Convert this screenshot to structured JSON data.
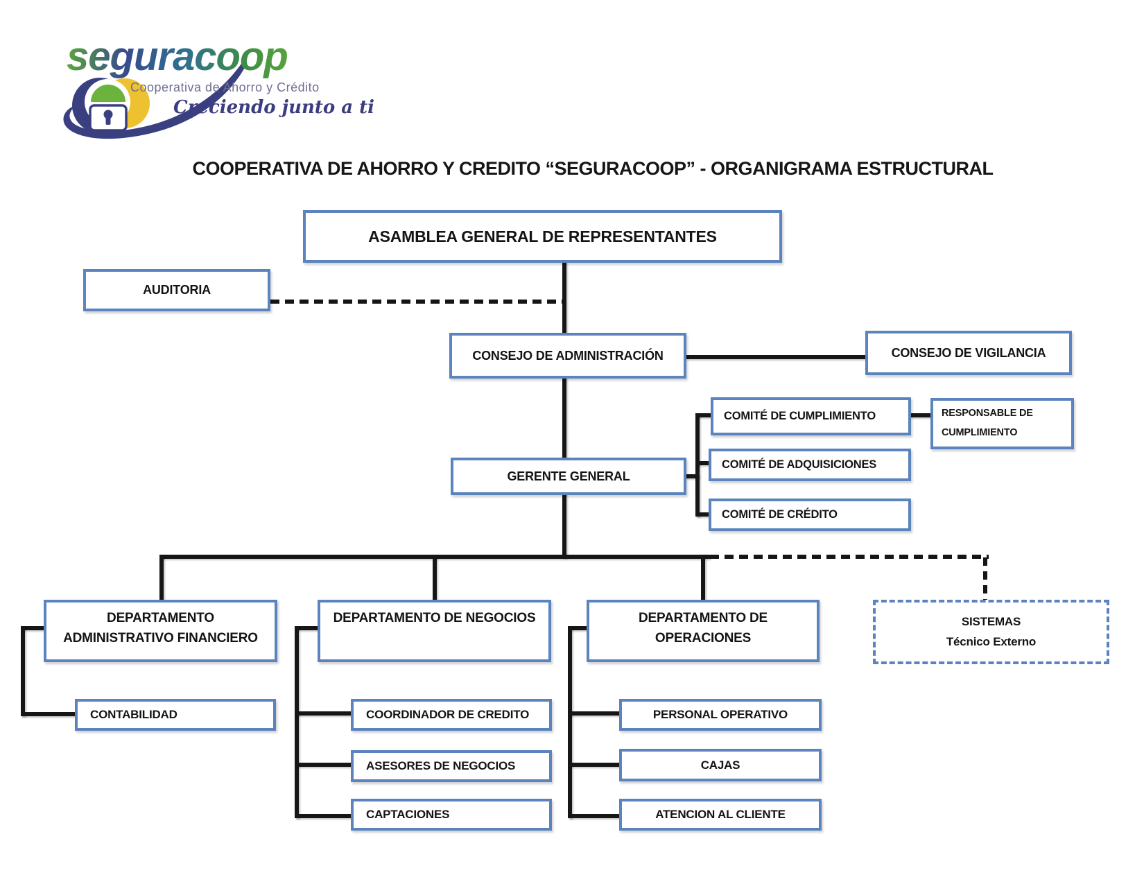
{
  "logo": {
    "wordmark": "seguracoop",
    "subtitle": "Cooperativa de Ahorro y Crédito",
    "tagline": "Creciendo junto a ti"
  },
  "title": "COOPERATIVA DE AHORRO Y CREDITO “SEGURACOOP” - ORGANIGRAMA ESTRUCTURAL",
  "nodes": {
    "asamblea": {
      "label": "ASAMBLEA GENERAL DE REPRESENTANTES"
    },
    "auditoria": {
      "label": "AUDITORIA"
    },
    "consejo_admin": {
      "label": "CONSEJO DE ADMINISTRACIÓN"
    },
    "consejo_vigilancia": {
      "label": "CONSEJO DE VIGILANCIA"
    },
    "comite_cumplimiento": {
      "label": "COMITÉ DE CUMPLIMIENTO"
    },
    "responsable": {
      "line1": "RESPONSABLE DE",
      "line2": "CUMPLIMIENTO"
    },
    "gerente": {
      "label": "GERENTE GENERAL"
    },
    "comite_adquisiciones": {
      "label": "COMITÉ DE ADQUISICIONES"
    },
    "comite_credito": {
      "label": "COMITÉ DE CRÉDITO"
    },
    "dept_admin": {
      "line1": "DEPARTAMENTO",
      "line2": "ADMINISTRATIVO FINANCIERO"
    },
    "dept_negocios": {
      "label": "DEPARTAMENTO DE NEGOCIOS"
    },
    "dept_operaciones": {
      "line1": "DEPARTAMENTO DE",
      "line2": "OPERACIONES"
    },
    "sistemas": {
      "line1": "SISTEMAS",
      "line2": "Técnico Externo"
    },
    "contabilidad": {
      "label": "CONTABILIDAD"
    },
    "coordinador": {
      "label": "COORDINADOR DE CREDITO"
    },
    "asesores": {
      "label": "ASESORES DE NEGOCIOS"
    },
    "captaciones": {
      "label": "CAPTACIONES"
    },
    "personal": {
      "label": "PERSONAL OPERATIVO"
    },
    "cajas": {
      "label": "CAJAS"
    },
    "atencion": {
      "label": "ATENCION AL CLIENTE"
    }
  },
  "colors": {
    "box_border": "#5b84be",
    "connector": "#161616",
    "title_color": "#161616",
    "subtitle_color": "#6f6f94",
    "tagline_color": "#3c3c80",
    "logo_green": "#5ca63d",
    "logo_navy": "#374b8b",
    "logo_yellow": "#edc12f"
  }
}
